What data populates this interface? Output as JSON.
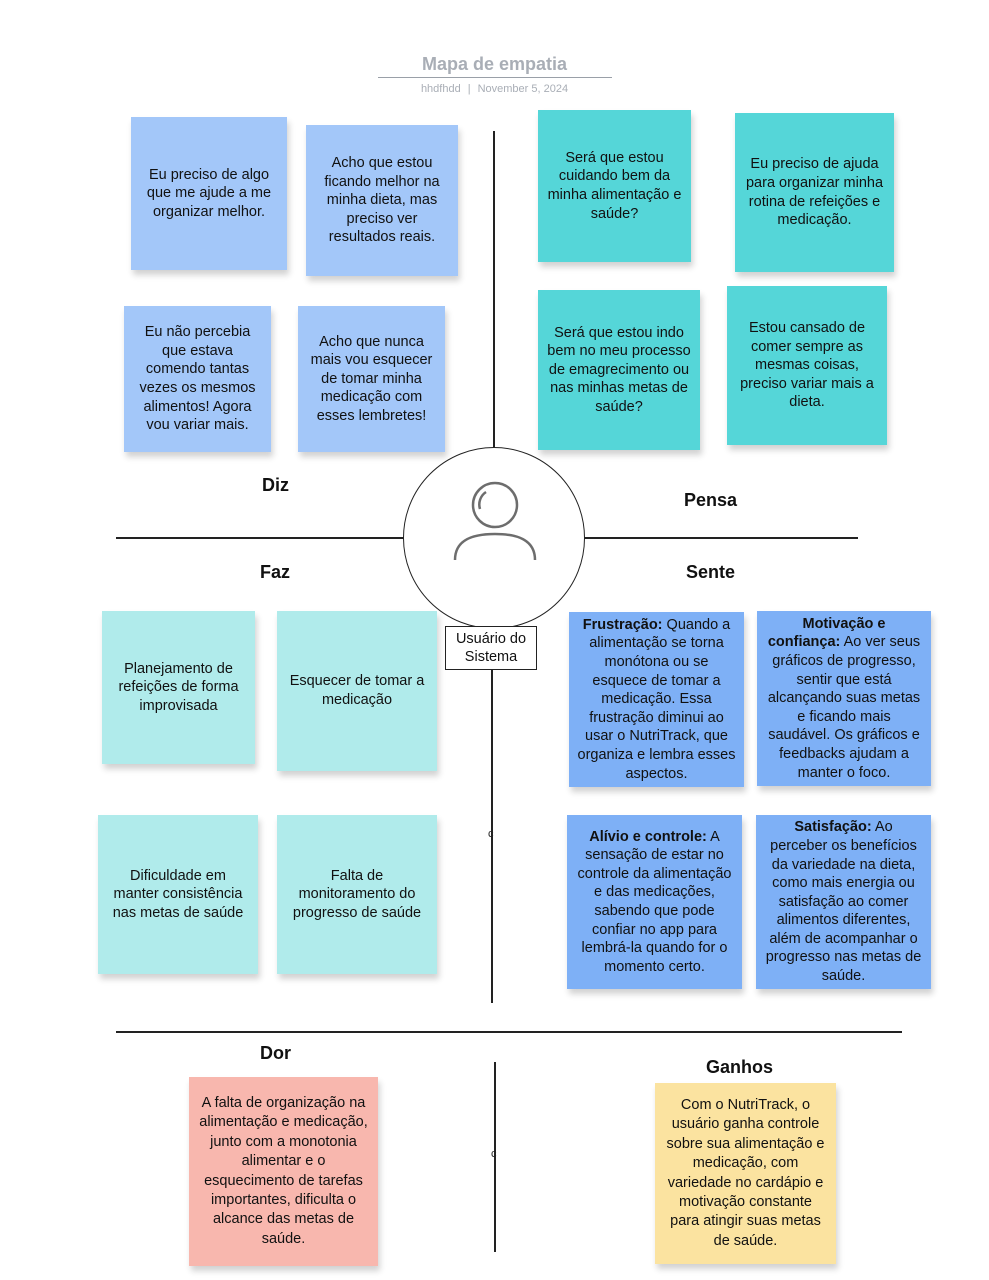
{
  "header": {
    "title": "Mapa de empatia",
    "author": "hhdfhdd",
    "separator": "|",
    "date": "November 5, 2024"
  },
  "center": {
    "user_label": "Usuário do Sistema",
    "icon": "user-icon"
  },
  "quadrants": {
    "diz": {
      "label": "Diz",
      "notes": [
        "Eu preciso de algo que me ajude a me organizar melhor.",
        "Acho que estou ficando melhor na minha dieta, mas preciso ver resultados reais.",
        "Eu não percebia que estava comendo tantas vezes os mesmos alimentos! Agora vou variar mais.",
        "Acho que nunca mais vou esquecer de tomar minha medicação com esses lembretes!"
      ]
    },
    "pensa": {
      "label": "Pensa",
      "notes": [
        "Será que estou cuidando bem da minha alimentação e saúde?",
        "Eu preciso de ajuda para organizar minha rotina de refeições e medicação.",
        "Será que estou indo bem no meu processo de emagrecimento ou nas minhas metas de saúde?",
        "Estou cansado de comer sempre as mesmas coisas, preciso variar mais a dieta."
      ]
    },
    "faz": {
      "label": "Faz",
      "notes": [
        "Planejamento de refeições de forma improvisada",
        "Esquecer de tomar a medicação",
        "Dificuldade em manter consistência nas metas de saúde",
        "Falta de monitoramento do progresso de saúde"
      ]
    },
    "sente": {
      "label": "Sente",
      "notes": [
        {
          "title": "Frustração:",
          "text": " Quando a alimentação se torna monótona ou se esquece de tomar a medicação. Essa frustração diminui ao usar o NutriTrack, que organiza e lembra esses aspectos."
        },
        {
          "title": "Motivação e confiança:",
          "text": " Ao ver seus gráficos de progresso, sentir que está alcançando suas metas e ficando mais saudável. Os gráficos e feedbacks ajudam a manter o foco."
        },
        {
          "title": "Alívio e controle:",
          "text": " A sensação de estar no controle da alimentação e das medicações, sabendo que pode confiar no app para lembrá-la quando for o momento certo."
        },
        {
          "title": "Satisfação:",
          "text": " Ao perceber os benefícios da variedade na dieta, como mais energia ou satisfação ao comer alimentos diferentes, além de acompanhar o progresso nas metas de saúde."
        }
      ]
    }
  },
  "bottom": {
    "dor": {
      "label": "Dor",
      "note": "A falta de organização na alimentação e medicação, junto com a monotonia alimentar e o esquecimento de tarefas importantes, dificulta o alcance das metas de saúde."
    },
    "ganhos": {
      "label": "Ganhos",
      "note": "Com o NutriTrack, o usuário ganha controle sobre sua alimentação e medicação, com variedade no cardápio e motivação constante para atingir suas metas de saúde."
    }
  },
  "markers": [
    "c",
    "c"
  ],
  "colors": {
    "diz_notes": "#a3c7f9",
    "pensa_notes": "#55d6d8",
    "faz_notes": "#b0ebeb",
    "sente_notes": "#7eb0f6",
    "dor_note": "#f8b7ae",
    "ganhos_note": "#fbe3a0",
    "title": "#a9aeb6"
  }
}
